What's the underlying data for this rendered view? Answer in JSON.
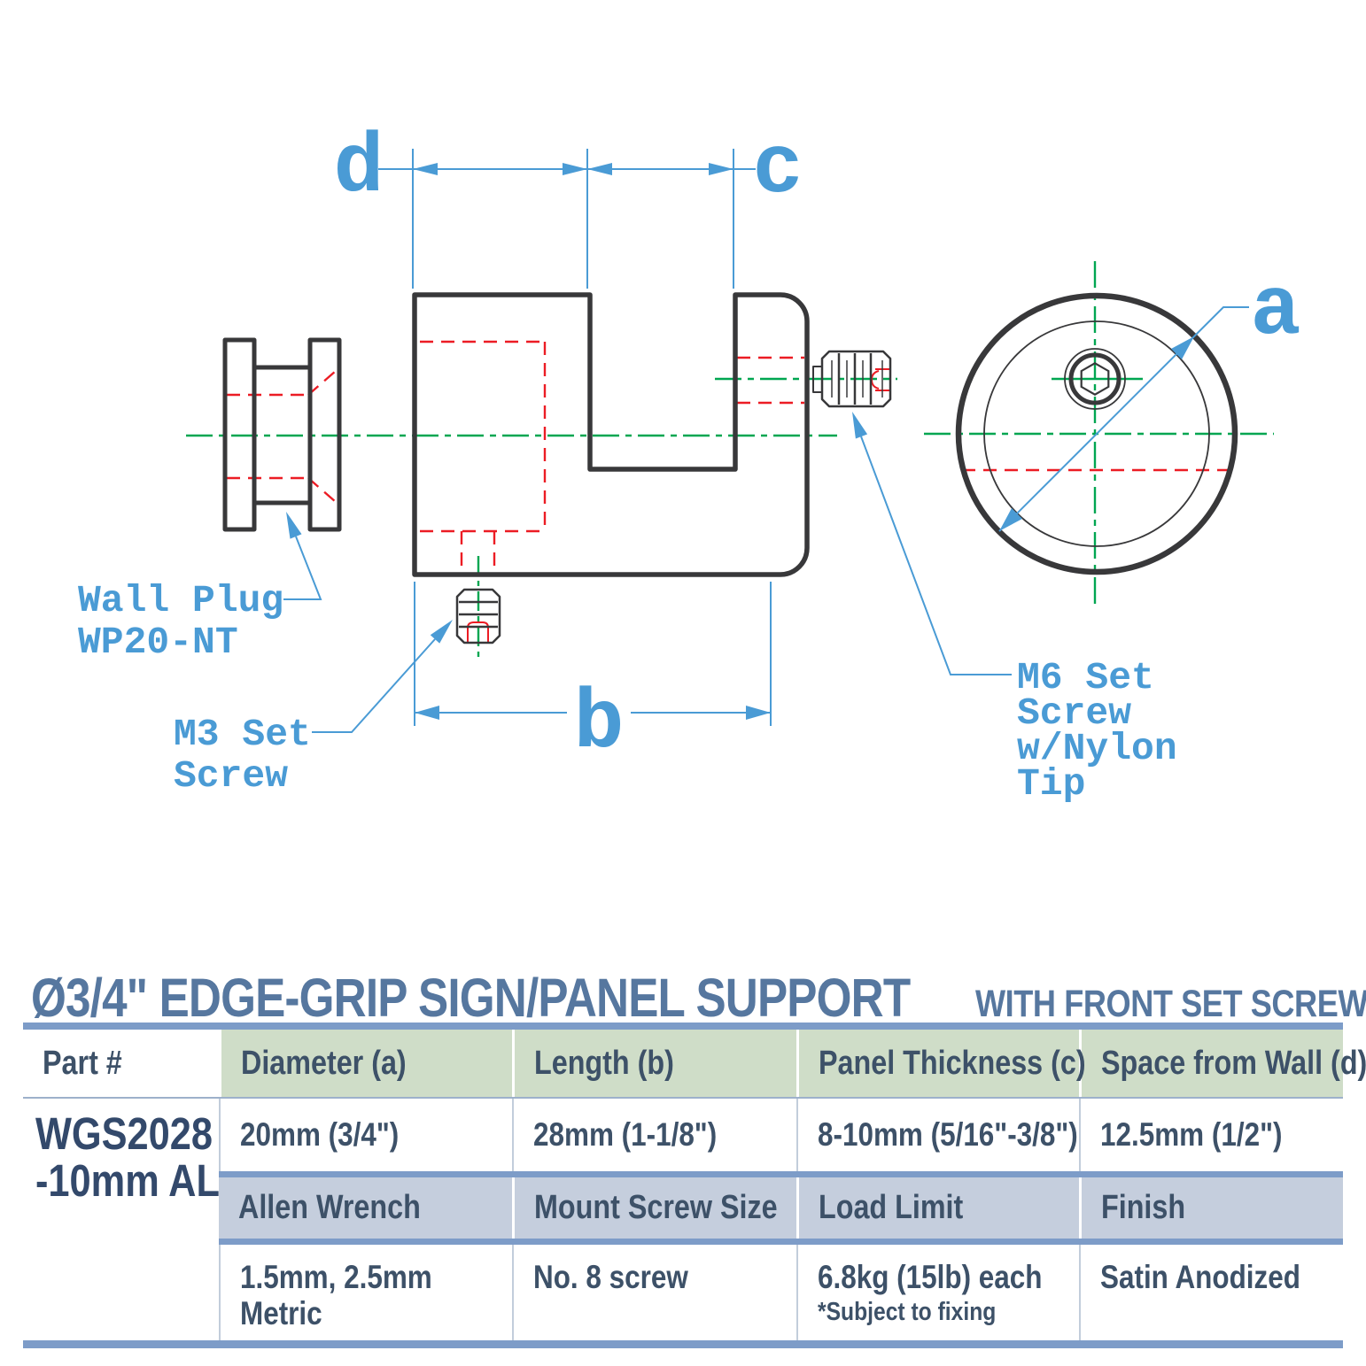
{
  "title": {
    "main": "Ø3/4\" EDGE-GRIP SIGN/PANEL SUPPORT",
    "suffix": "WITH FRONT SET SCREW"
  },
  "diagram": {
    "dim_labels": {
      "a": "a",
      "b": "b",
      "c": "c",
      "d": "d"
    },
    "callouts": {
      "wall_plug": [
        "Wall Plug",
        "WP20-NT"
      ],
      "m3_screw": [
        "M3 Set",
        "Screw"
      ],
      "m6_screw": [
        "M6 Set",
        "Screw",
        "w/Nylon",
        "Tip"
      ]
    },
    "colors": {
      "annotation_blue": "#4a9bd5",
      "centerline_green": "#00a651",
      "hidden_red": "#ec1c24",
      "outline_dark": "#38383a"
    }
  },
  "table": {
    "colors": {
      "title_blue": "#56779f",
      "bar_blue": "#7d9cc8",
      "header_green_bg": "#cfddc8",
      "header_blue_bg": "#c5cedd",
      "text_navy": "#3d5168"
    },
    "columns": [
      "Part #",
      "Diameter (a)",
      "Length (b)",
      "Panel Thickness (c)",
      "Space from Wall (d)"
    ],
    "part_number": [
      "WGS2028",
      "-10mm AL"
    ],
    "row1": [
      "20mm (3/4\")",
      "28mm (1-1/8\")",
      "8-10mm (5/16\"-3/8\")",
      "12.5mm (1/2\")"
    ],
    "header2": [
      "Allen Wrench",
      "Mount Screw Size",
      "Load Limit",
      "Finish"
    ],
    "row2": {
      "allen_wrench": [
        "1.5mm, 2.5mm",
        "Metric"
      ],
      "mount_screw": "No. 8 screw",
      "load_limit": "6.8kg (15lb) each",
      "load_limit_note": "*Subject to fixing",
      "finish": "Satin Anodized"
    }
  }
}
